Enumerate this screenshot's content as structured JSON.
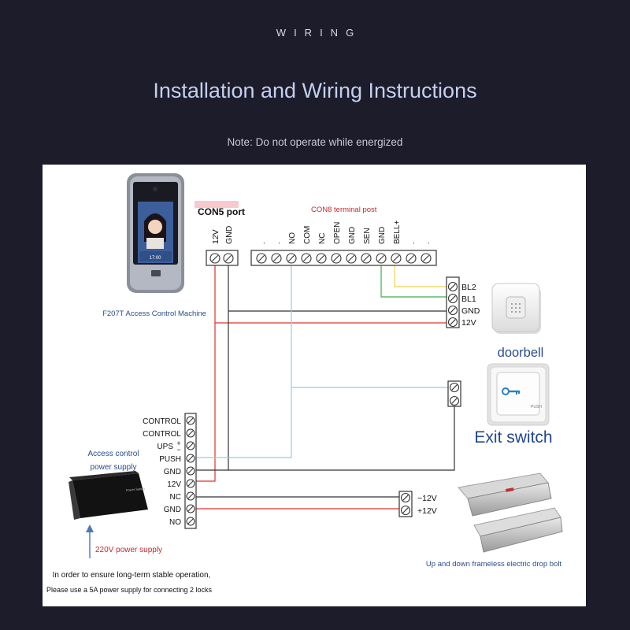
{
  "header": {
    "kicker": "WIRING",
    "title": "Installation and Wiring Instructions",
    "note": "Note: Do not operate while energized"
  },
  "device": {
    "caption": "F207T Access Control Machine",
    "screen_time": "17:00"
  },
  "con5": {
    "label": "CON5 port",
    "pins": [
      "12V",
      "GND"
    ]
  },
  "con8": {
    "label": "CON8 terminal post",
    "pins": [
      ".",
      ".",
      "NO",
      "COM",
      "NC",
      "OPEN",
      "GND",
      "SEN",
      "GND",
      "BELL+",
      ".",
      "."
    ]
  },
  "doorbell_terminal": {
    "pins": [
      "BL2",
      "BL1",
      "GND",
      "12V"
    ]
  },
  "doorbell": {
    "caption": "doorbell"
  },
  "exit_switch": {
    "caption": "Exit switch",
    "button_text": "PUSH"
  },
  "power_supply": {
    "caption_line1": "Access control",
    "caption_line2": "power supply",
    "pins": [
      "CONTROL",
      "CONTROL",
      "UPS",
      "PUSH",
      "GND",
      "12V",
      "NC",
      "GND",
      "NO"
    ],
    "ups_signs": [
      "+",
      "−"
    ],
    "input_label": "220V power supply",
    "box_label": "Power Supply"
  },
  "lock": {
    "pins": [
      "−12V",
      "+12V"
    ],
    "caption": "Up and down frameless electric drop bolt"
  },
  "footer": {
    "line1": "In order to ensure long-term stable operation,",
    "line2": "Please use a 5A power supply for connecting 2 locks"
  },
  "colors": {
    "background": "#1c1c2b",
    "wire_red": "#e0322d",
    "wire_black": "#333333",
    "wire_blue": "#8fcfe4",
    "wire_green": "#3eae4d",
    "wire_yellow": "#f2d04b",
    "caption_blue": "#2a4c8c",
    "caption_red": "#c8282a"
  }
}
